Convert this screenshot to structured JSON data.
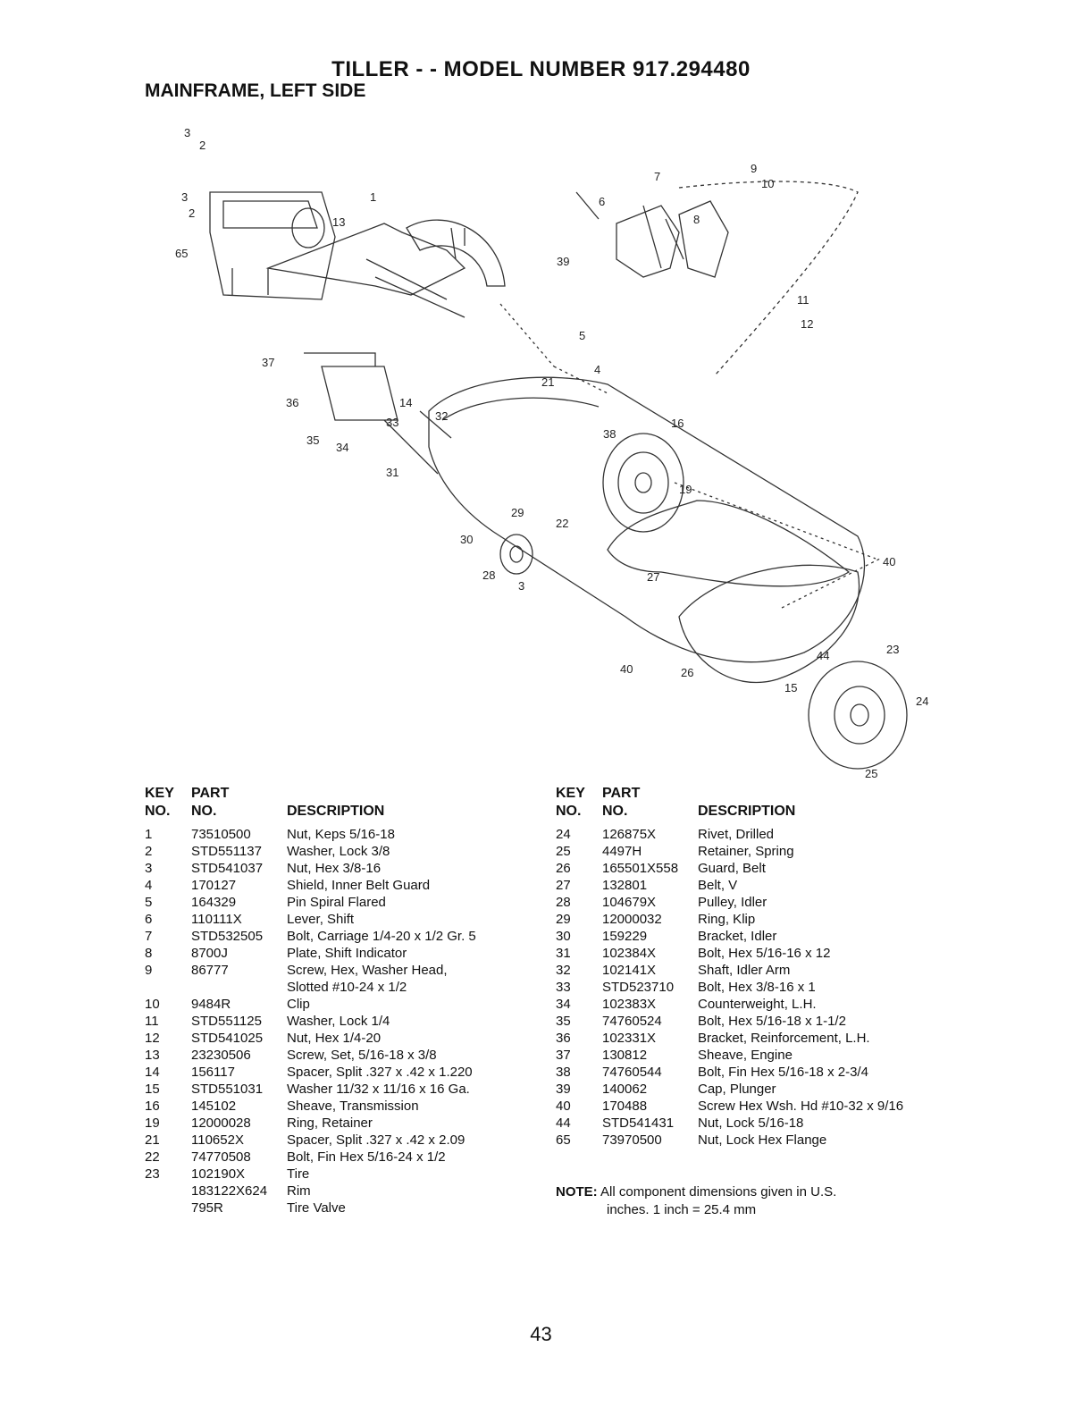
{
  "header": {
    "title": "TILLER - - MODEL NUMBER 917.294480",
    "subtitle": "MAINFRAME, LEFT SIDE"
  },
  "diagram": {
    "callouts": [
      "3",
      "2",
      "3",
      "2",
      "65",
      "1",
      "13",
      "37",
      "36",
      "14",
      "32",
      "33",
      "35",
      "34",
      "31",
      "7",
      "9",
      "10",
      "6",
      "8",
      "39",
      "11",
      "12",
      "5",
      "4",
      "21",
      "38",
      "16",
      "19",
      "22",
      "29",
      "30",
      "28",
      "3",
      "27",
      "40",
      "40",
      "26",
      "44",
      "23",
      "15",
      "24",
      "25"
    ]
  },
  "columns": {
    "key_top": "KEY",
    "key_bottom": "NO.",
    "part_top": "PART",
    "part_bottom": "NO.",
    "description": "DESCRIPTION"
  },
  "parts_left": [
    {
      "key": "1",
      "part": "73510500",
      "desc": "Nut, Keps 5/16-18"
    },
    {
      "key": "2",
      "part": "STD551137",
      "desc": "Washer, Lock 3/8"
    },
    {
      "key": "3",
      "part": "STD541037",
      "desc": "Nut, Hex 3/8-16"
    },
    {
      "key": "4",
      "part": "170127",
      "desc": "Shield, Inner Belt Guard"
    },
    {
      "key": "5",
      "part": "164329",
      "desc": "Pin Spiral Flared"
    },
    {
      "key": "6",
      "part": "110111X",
      "desc": "Lever, Shift"
    },
    {
      "key": "7",
      "part": "STD532505",
      "desc": "Bolt, Carriage 1/4-20 x 1/2 Gr. 5"
    },
    {
      "key": "8",
      "part": "8700J",
      "desc": "Plate, Shift Indicator"
    },
    {
      "key": "9",
      "part": "86777",
      "desc": "Screw, Hex, Washer Head,"
    },
    {
      "key": "",
      "part": "",
      "desc": "Slotted #10-24 x 1/2"
    },
    {
      "key": "10",
      "part": "9484R",
      "desc": "Clip"
    },
    {
      "key": "11",
      "part": "STD551125",
      "desc": "Washer, Lock 1/4"
    },
    {
      "key": "12",
      "part": "STD541025",
      "desc": "Nut, Hex 1/4-20"
    },
    {
      "key": "13",
      "part": "23230506",
      "desc": "Screw, Set, 5/16-18 x 3/8"
    },
    {
      "key": "14",
      "part": "156117",
      "desc": "Spacer, Split .327 x .42 x 1.220"
    },
    {
      "key": "15",
      "part": "STD551031",
      "desc": "Washer 11/32 x 11/16 x 16 Ga."
    },
    {
      "key": "16",
      "part": "145102",
      "desc": "Sheave, Transmission"
    },
    {
      "key": "19",
      "part": "12000028",
      "desc": "Ring, Retainer"
    },
    {
      "key": "21",
      "part": "110652X",
      "desc": "Spacer, Split .327 x .42 x 2.09"
    },
    {
      "key": "22",
      "part": "74770508",
      "desc": "Bolt, Fin Hex 5/16-24 x 1/2"
    },
    {
      "key": "23",
      "part": "102190X",
      "desc": "Tire"
    },
    {
      "key": "",
      "part": "183122X624",
      "desc": "Rim"
    },
    {
      "key": "",
      "part": "795R",
      "desc": "Tire Valve"
    }
  ],
  "parts_right": [
    {
      "key": "24",
      "part": "126875X",
      "desc": "Rivet, Drilled"
    },
    {
      "key": "25",
      "part": "4497H",
      "desc": "Retainer, Spring"
    },
    {
      "key": "26",
      "part": "165501X558",
      "desc": "Guard, Belt"
    },
    {
      "key": "27",
      "part": "132801",
      "desc": "Belt, V"
    },
    {
      "key": "28",
      "part": "104679X",
      "desc": "Pulley, Idler"
    },
    {
      "key": "29",
      "part": "12000032",
      "desc": "Ring, Klip"
    },
    {
      "key": "30",
      "part": "159229",
      "desc": "Bracket, Idler"
    },
    {
      "key": "31",
      "part": "102384X",
      "desc": "Bolt, Hex 5/16-16 x 12"
    },
    {
      "key": "32",
      "part": "102141X",
      "desc": "Shaft, Idler Arm"
    },
    {
      "key": "33",
      "part": "STD523710",
      "desc": "Bolt, Hex 3/8-16 x 1"
    },
    {
      "key": "34",
      "part": "102383X",
      "desc": "Counterweight, L.H."
    },
    {
      "key": "35",
      "part": "74760524",
      "desc": "Bolt, Hex 5/16-18 x 1-1/2"
    },
    {
      "key": "36",
      "part": "102331X",
      "desc": "Bracket, Reinforcement, L.H."
    },
    {
      "key": "37",
      "part": "130812",
      "desc": "Sheave, Engine"
    },
    {
      "key": "38",
      "part": "74760544",
      "desc": "Bolt, Fin Hex 5/16-18 x 2-3/4"
    },
    {
      "key": "39",
      "part": "140062",
      "desc": "Cap, Plunger"
    },
    {
      "key": "40",
      "part": "170488",
      "desc": "Screw Hex Wsh. Hd #10-32 x 9/16"
    },
    {
      "key": "44",
      "part": "STD541431",
      "desc": "Nut, Lock 5/16-18"
    },
    {
      "key": "65",
      "part": "73970500",
      "desc": "Nut, Lock Hex Flange"
    }
  ],
  "note": {
    "label": "NOTE:",
    "line1": "All component dimensions given in U.S.",
    "line2": "inches. 1 inch = 25.4 mm"
  },
  "page_number": "43"
}
